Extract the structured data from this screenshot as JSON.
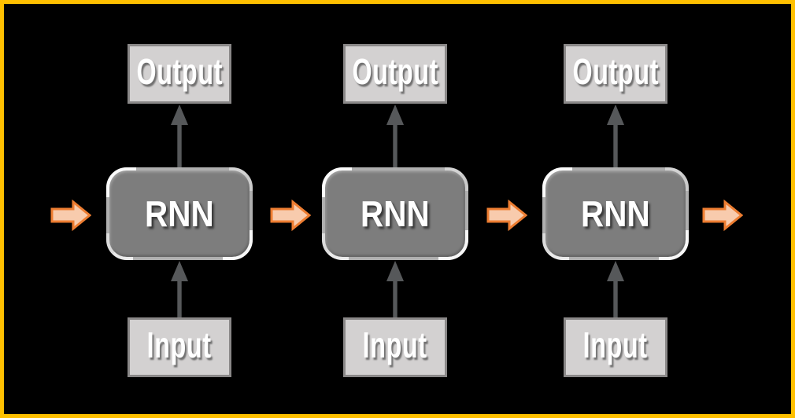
{
  "colors": {
    "background": "#000000",
    "frame-border": "#FFC000",
    "io-box-fill": "#D3D1D1",
    "io-box-border": "#8A8888",
    "rnn-fill": "#7D7D7D",
    "rnn-border": "#AFAFAF",
    "connector": "#56585A",
    "flow-arrow-fill": "#F8CBAD",
    "flow-arrow-stroke": "#ED7D31",
    "label-color": "#FFFFFF"
  },
  "diagram": {
    "columns": [
      {
        "output_label": "Output",
        "cell_label": "RNN",
        "input_label": "Input"
      },
      {
        "output_label": "Output",
        "cell_label": "RNN",
        "input_label": "Input"
      },
      {
        "output_label": "Output",
        "cell_label": "RNN",
        "input_label": "Input"
      }
    ],
    "icons": {
      "flow_arrow": "right-block-arrow",
      "connector_arrow": "up-arrow"
    }
  }
}
